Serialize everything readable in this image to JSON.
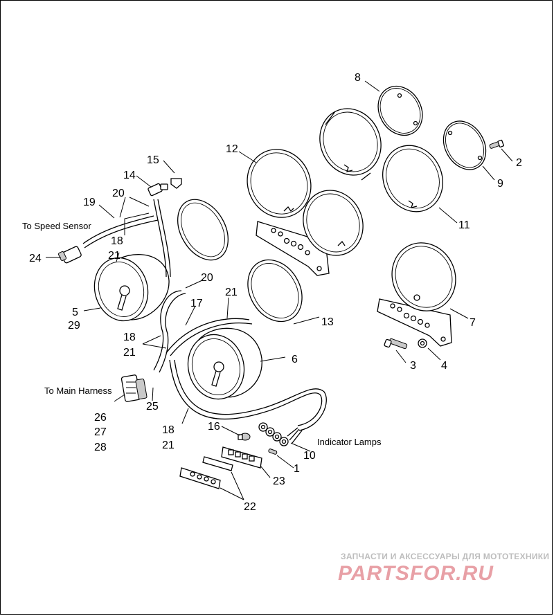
{
  "callouts": {
    "c1": "1",
    "c2": "2",
    "c3": "3",
    "c4": "4",
    "c5": "5",
    "c6": "6",
    "c7": "7",
    "c8": "8",
    "c9": "9",
    "c10": "10",
    "c11": "11",
    "c12": "12",
    "c13": "13",
    "c14": "14",
    "c15": "15",
    "c16": "16",
    "c17": "17",
    "c18a": "18",
    "c18b": "18",
    "c18c": "18",
    "c19": "19",
    "c20a": "20",
    "c20b": "20",
    "c21a": "21",
    "c21b": "21",
    "c21c": "21",
    "c21d": "21",
    "c22": "22",
    "c23": "23",
    "c24": "24",
    "c25": "25",
    "c26": "26",
    "c27": "27",
    "c28": "28",
    "c29": "29"
  },
  "notes": {
    "speed_sensor": "To Speed Sensor",
    "main_harness": "To Main Harness",
    "indicator_lamps": "Indicator Lamps"
  },
  "watermark": {
    "top_line": "ЗАПЧАСТИ И АКСЕССУАРЫ ДЛЯ МОТОТЕХНИКИ",
    "logo": "PARTSFOR.RU"
  }
}
